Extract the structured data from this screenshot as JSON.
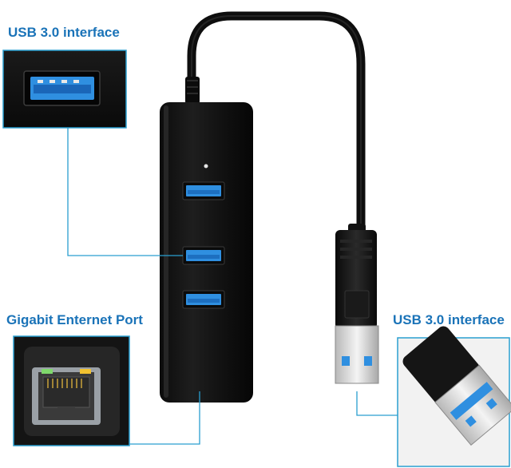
{
  "labels": {
    "usb_top": "USB 3.0 interface",
    "gigabit": "Gigabit Enternet Port",
    "usb_right": "USB 3.0 interface"
  },
  "colors": {
    "label_text": "#1a73b8",
    "callout_line": "#2a9fd0",
    "usb_blue": "#2f8fe0",
    "hub_body": "#111111",
    "ethernet_led_green": "#7fd86b",
    "ethernet_led_amber": "#f2c230"
  }
}
